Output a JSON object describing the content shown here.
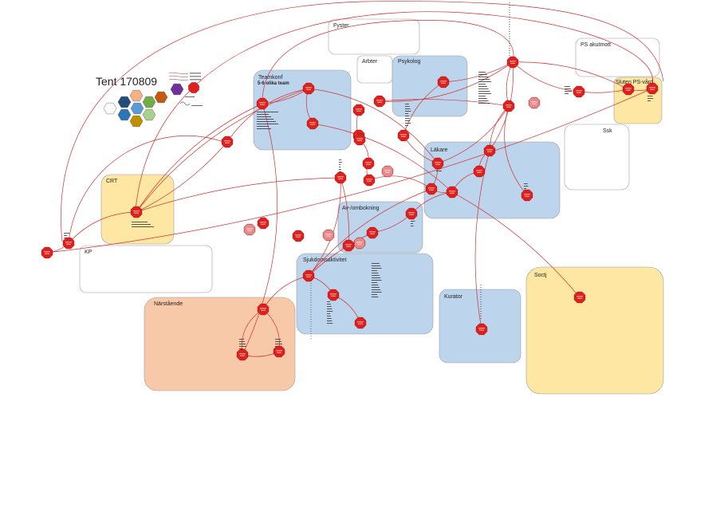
{
  "title": "Tent 170809",
  "zones": [
    {
      "id": "fyster",
      "label": "Fyster",
      "sublabel": "",
      "fill": "#ffffff"
    },
    {
      "id": "arbter",
      "label": "Arbter",
      "sublabel": "",
      "fill": "#ffffff"
    },
    {
      "id": "psykolog",
      "label": "Psykolog",
      "sublabel": "",
      "fill": "#bcd4ec"
    },
    {
      "id": "ps-akutmott",
      "label": "PS akutmott",
      "sublabel": "",
      "fill": "#ffffff"
    },
    {
      "id": "sluten-ps-vard",
      "label": "Sluten PS-vård",
      "sublabel": "",
      "fill": "#fde7a3"
    },
    {
      "id": "teamkonf",
      "label": "Teamkonf",
      "sublabel": "5-6 olika team",
      "fill": "#bcd4ec"
    },
    {
      "id": "ssk",
      "label": "Ssk",
      "sublabel": "",
      "fill": "#ffffff"
    },
    {
      "id": "lakare",
      "label": "Läkare",
      "sublabel": "",
      "fill": "#bcd4ec"
    },
    {
      "id": "crt",
      "label": "CRT",
      "sublabel": "",
      "fill": "#fde7a3"
    },
    {
      "id": "av-ombokning",
      "label": "Av-/ombokning",
      "sublabel": "",
      "fill": "#bcd4ec"
    },
    {
      "id": "kp",
      "label": "KP",
      "sublabel": "",
      "fill": "#ffffff"
    },
    {
      "id": "sjukdomsaktivitet",
      "label": "Sjukdomsaktivitet",
      "sublabel": "",
      "fill": "#bcd4ec"
    },
    {
      "id": "kurator",
      "label": "Kurator",
      "sublabel": "",
      "fill": "#bcd4ec"
    },
    {
      "id": "soctj",
      "label": "Soctj",
      "sublabel": "",
      "fill": "#fde7a3"
    },
    {
      "id": "narstaende",
      "label": "Närstående",
      "sublabel": "",
      "fill": "#f8c9a8"
    }
  ],
  "colors": {
    "connector": "#d32f2f",
    "node_fill": "#e0201c",
    "node_stroke": "#a00000",
    "node_pale": "#e88a8a",
    "zone_stroke": "#9e9e9e",
    "legend_hex": [
      "#ffffff",
      "#1f4e79",
      "#2e75b6",
      "#f4b183",
      "#a9d18e",
      "#7030a0",
      "#c55a11",
      "#5b9bd5",
      "#bf9000",
      "#70ad47"
    ]
  },
  "node_count": 45,
  "edge_count": 50
}
